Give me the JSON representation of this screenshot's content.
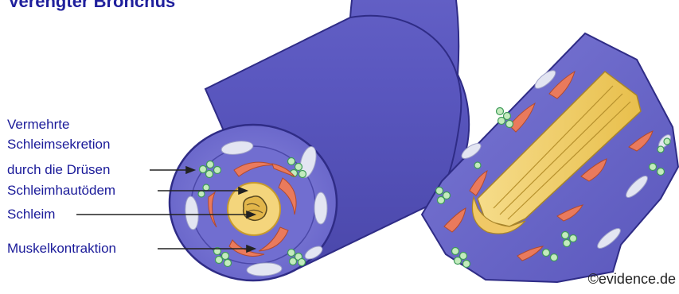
{
  "title": "Verengter Bronchus",
  "labels": {
    "mucus_secretion": [
      "Vermehrte",
      "Schleimsekretion",
      "durch die Drüsen"
    ],
    "edema": "Schleimhautödem",
    "mucus": "Schleim",
    "muscle": "Muskelkontraktion"
  },
  "copyright": "©evidence.de",
  "colors": {
    "title_text": "#1f1f9c",
    "label_text": "#1a1a99",
    "tube_wall": "#5f5cc4",
    "tube_wall_dark": "#3f3c9c",
    "tube_end": "#7f7cd6",
    "muscle": "#e8785a",
    "gland": "#b5e6b0",
    "mucosa_edema": "#f3d27a",
    "lumen_mucus": "#e7c14f",
    "cartilage": "#e0e2f0"
  }
}
